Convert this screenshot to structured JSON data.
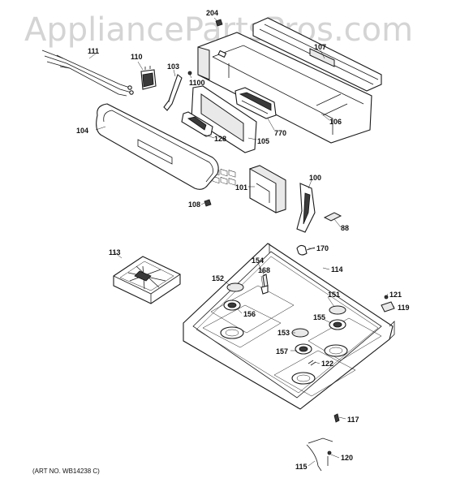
{
  "watermark": "AppliancePartsPros.com",
  "art_number": "(ART NO. WB14238 C)",
  "callouts": {
    "c204": "204",
    "c107": "107",
    "c111": "111",
    "c110": "110",
    "c103": "103",
    "c1100": "1100",
    "c104": "104",
    "c128": "128",
    "c105": "105",
    "c770": "770",
    "c106": "106",
    "c101": "101",
    "c100": "100",
    "c108": "108",
    "c88": "88",
    "c170": "170",
    "c113": "113",
    "c154": "154",
    "c168": "168",
    "c114": "114",
    "c152": "152",
    "c156": "156",
    "c151": "151",
    "c155": "155",
    "c121": "121",
    "c119": "119",
    "c153": "153",
    "c157": "157",
    "c122": "122",
    "c117": "117",
    "c120": "120",
    "c115": "115"
  }
}
